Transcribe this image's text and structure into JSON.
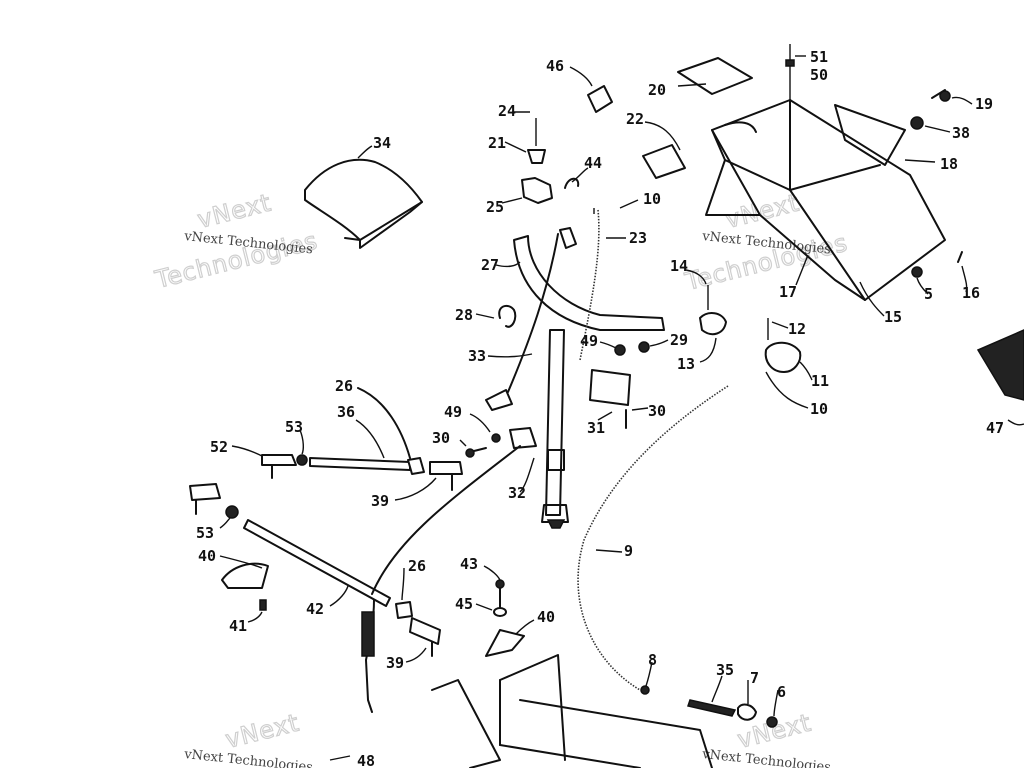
{
  "watermark": {
    "line1": "vNext",
    "line2": "Technologies",
    "full": "vNext Technologies"
  },
  "callouts": {
    "c5": "5",
    "c6": "6",
    "c7": "7",
    "c8": "8",
    "c9": "9",
    "c10a": "10",
    "c10b": "10",
    "c11": "11",
    "c12": "12",
    "c13": "13",
    "c14": "14",
    "c15": "15",
    "c16": "16",
    "c17": "17",
    "c18": "18",
    "c19": "19",
    "c20": "20",
    "c21": "21",
    "c22": "22",
    "c23": "23",
    "c24": "24",
    "c25": "25",
    "c26a": "26",
    "c26b": "26",
    "c27": "27",
    "c28": "28",
    "c29": "29",
    "c30a": "30",
    "c30b": "30",
    "c31": "31",
    "c32": "32",
    "c33": "33",
    "c34": "34",
    "c35": "35",
    "c36": "36",
    "c38": "38",
    "c39a": "39",
    "c39b": "39",
    "c40a": "40",
    "c40b": "40",
    "c41": "41",
    "c42": "42",
    "c43": "43",
    "c44": "44",
    "c45": "45",
    "c46": "46",
    "c47": "47",
    "c48": "48",
    "c49a": "49",
    "c49b": "49",
    "c50": "50",
    "c51": "51",
    "c52": "52",
    "c53a": "53",
    "c53b": "53"
  }
}
